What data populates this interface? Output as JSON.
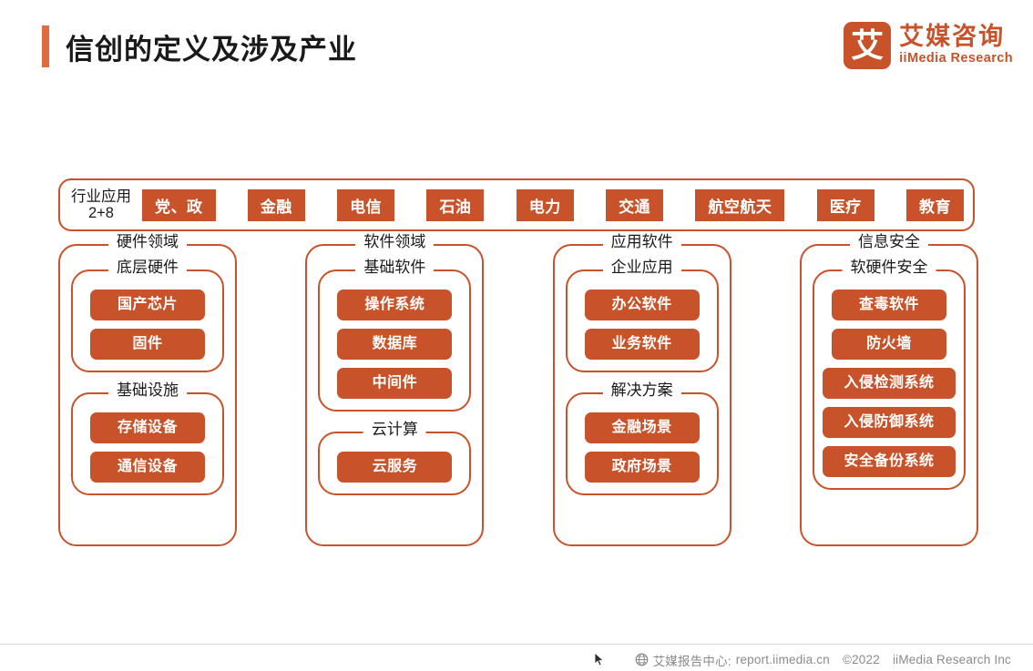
{
  "header": {
    "title": "信创的定义及涉及产业",
    "accent_color": "#E06C3E",
    "logo": {
      "mark_glyph": "艾",
      "name_cn": "艾媒咨询",
      "name_en": "iiMedia Research",
      "color": "#C8532B"
    }
  },
  "diagram": {
    "apps_bar": {
      "label_line1": "行业应用",
      "label_line2": "2+8",
      "tags": [
        "党、政",
        "金融",
        "电信",
        "石油",
        "电力",
        "交通",
        "航空航天",
        "医疗",
        "教育"
      ]
    },
    "columns": [
      {
        "title": "硬件领域",
        "groups": [
          {
            "title": "底层硬件",
            "items": [
              "国产芯片",
              "固件"
            ]
          },
          {
            "title": "基础设施",
            "items": [
              "存储设备",
              "通信设备"
            ]
          }
        ]
      },
      {
        "title": "软件领域",
        "groups": [
          {
            "title": "基础软件",
            "items": [
              "操作系统",
              "数据库",
              "中间件"
            ]
          },
          {
            "title": "云计算",
            "items": [
              "云服务"
            ]
          }
        ]
      },
      {
        "title": "应用软件",
        "groups": [
          {
            "title": "企业应用",
            "items": [
              "办公软件",
              "业务软件"
            ]
          },
          {
            "title": "解决方案",
            "items": [
              "金融场景",
              "政府场景"
            ]
          }
        ]
      },
      {
        "title": "信息安全",
        "groups": [
          {
            "title": "软硬件安全",
            "items": [
              "查毒软件",
              "防火墙",
              "入侵检测系统",
              "入侵防御系统",
              "安全备份系统"
            ]
          }
        ]
      }
    ],
    "fill_color": "#C8532B",
    "border_color": "#C8532B"
  },
  "footer": {
    "source_label": "艾媒报告中心:",
    "source_url": "report.iimedia.cn",
    "copyright": "©2022",
    "company": "iiMedia Research Inc"
  }
}
